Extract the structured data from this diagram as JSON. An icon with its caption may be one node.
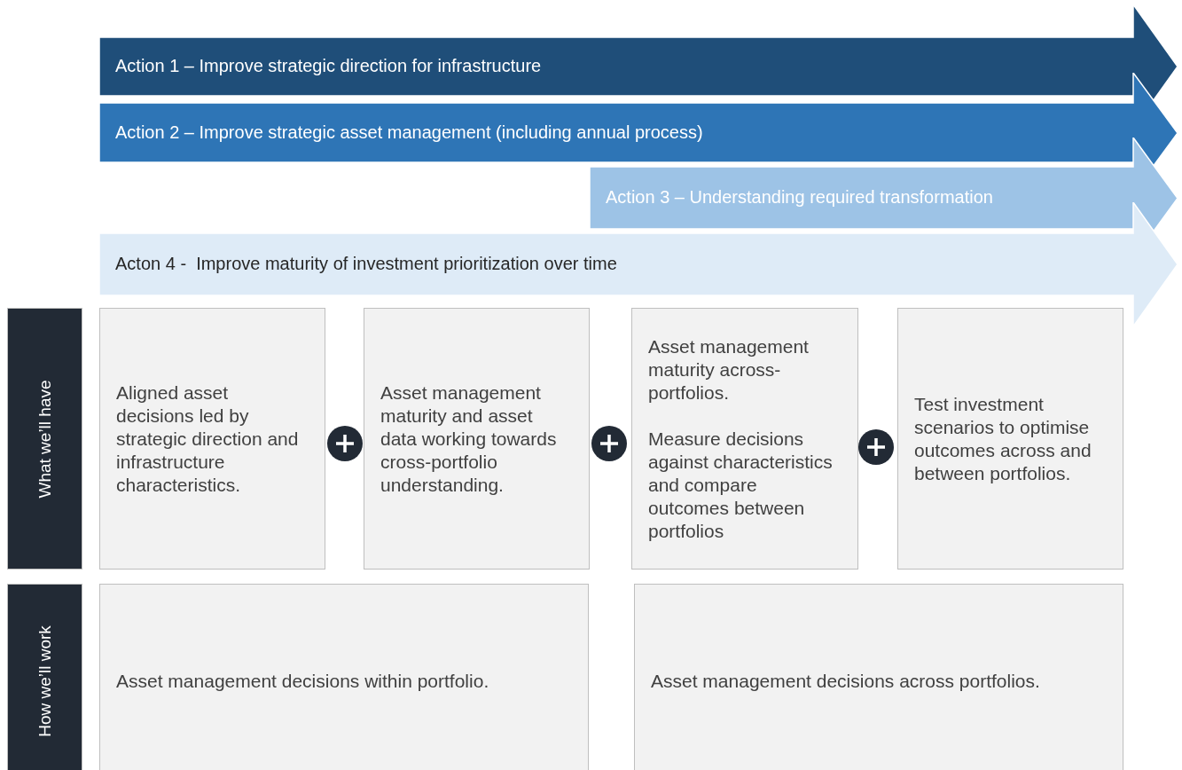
{
  "diagram": {
    "nodes": [
      {
        "text": [
          "Action 1 – Improve strategic direction for infrastructure"
        ]
      },
      {
        "text": [
          "Action 2 – Improve strategic asset management (including annual process)"
        ]
      },
      {
        "text": [
          "Action 3 – Understanding required transformation"
        ]
      },
      {
        "text": [
          "Acton 4 -  Improve maturity of investment prioritization over time"
        ]
      },
      {
        "text": [
          "What we’ll have"
        ]
      },
      {
        "text": [
          "Aligned asset decisions led by strategic direction and infrastructure characteristics."
        ]
      },
      {
        "text": [
          "Asset management maturity and asset data working towards cross-portfolio understanding."
        ]
      },
      {
        "text": [
          "Asset management maturity across-portfolios.",
          "Measure decisions against characteristics and compare outcomes between portfolios"
        ]
      },
      {
        "text": [
          "Test investment scenarios to optimise outcomes across and between portfolios."
        ]
      },
      {
        "text": [
          "How we’ll work"
        ]
      },
      {
        "text": [
          "Asset management decisions within portfolio."
        ]
      },
      {
        "text": [
          "Asset management decisions across portfolios."
        ]
      }
    ],
    "edges": []
  }
}
